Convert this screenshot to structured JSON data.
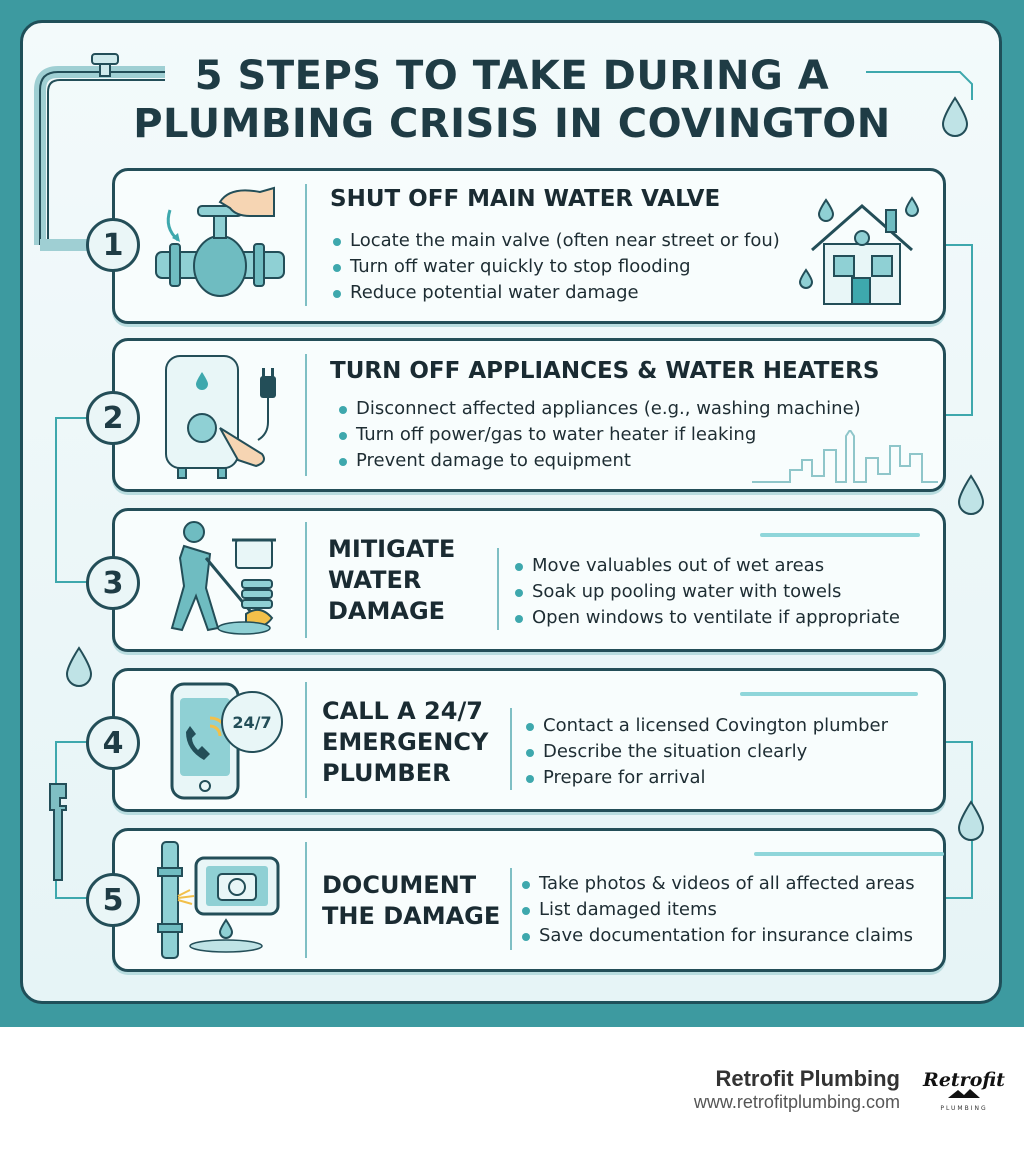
{
  "title": {
    "line1": "5 STEPS TO TAKE DURING A",
    "line2": "PLUMBING CRISIS IN COVINGTON"
  },
  "steps": [
    {
      "number": "1",
      "heading": "SHUT OFF MAIN WATER VALVE",
      "icon": "valve-hand-icon",
      "side_icon": "house-icon",
      "bullets": [
        "Locate the main valve (often near street or fou)",
        "Turn off water quickly to stop flooding",
        "Reduce potential water damage"
      ]
    },
    {
      "number": "2",
      "heading": "TURN OFF APPLIANCES & WATER HEATERS",
      "icon": "water-heater-icon",
      "side_icon": "city-skyline-icon",
      "bullets": [
        "Disconnect affected appliances (e.g., washing machine)",
        "Turn off power/gas to water heater if leaking",
        "Prevent damage to equipment"
      ]
    },
    {
      "number": "3",
      "heading_lines": [
        "MITIGATE",
        "WATER",
        "DAMAGE"
      ],
      "icon": "mopping-person-icon",
      "bullets": [
        "Move valuables out of wet areas",
        "Soak up pooling water with towels",
        "Open windows to ventilate if appropriate"
      ]
    },
    {
      "number": "4",
      "heading_lines": [
        "CALL A 24/7",
        "EMERGENCY",
        "PLUMBER"
      ],
      "icon": "phone-24-7-icon",
      "badge": "24/7",
      "bullets": [
        "Contact a licensed Covington plumber",
        "Describe the situation clearly",
        "Prepare for arrival"
      ]
    },
    {
      "number": "5",
      "heading_lines": [
        "DOCUMENT",
        "THE DAMAGE"
      ],
      "icon": "camera-leak-icon",
      "bullets": [
        "Take photos & videos of all affected areas",
        "List damaged items",
        "Save documentation for insurance claims"
      ]
    }
  ],
  "footer": {
    "company": "Retrofit Plumbing",
    "url": "www.retrofitplumbing.com",
    "logo_text": "Retrofit",
    "logo_subtext": "PLUMBING"
  },
  "colors": {
    "frame": "#3d9aa0",
    "accent": "#3ea8ad",
    "outline": "#234e58",
    "text": "#1a2b32"
  }
}
